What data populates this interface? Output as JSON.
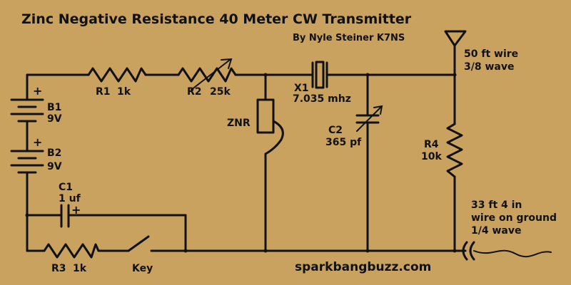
{
  "diagram": {
    "title": "Zinc Negative Resistance 40 Meter CW Transmitter",
    "credit": "By Nyle Steiner K7NS",
    "website": "sparkbangbuzz.com",
    "components": {
      "r1": {
        "name": "R1",
        "value": "1k"
      },
      "r2": {
        "name": "R2",
        "value": "25k"
      },
      "x1": {
        "name": "X1",
        "value": "7.035 mhz"
      },
      "znr": {
        "name": "ZNR"
      },
      "c2": {
        "name": "C2",
        "value": "365 pf"
      },
      "r4": {
        "name": "R4",
        "value": "10k"
      },
      "b1": {
        "name": "B1",
        "value": "9V"
      },
      "b2": {
        "name": "B2",
        "value": "9V"
      },
      "c1": {
        "name": "C1",
        "value": "1 uf"
      },
      "r3": {
        "name": "R3",
        "value": "1k"
      },
      "key": {
        "name": "Key"
      }
    },
    "polarity_mark": "+",
    "antenna": {
      "line1": "50 ft wire",
      "line2": "3/8 wave"
    },
    "ground": {
      "line1": "33 ft 4 in",
      "line2": "wire on ground",
      "line3": "1/4 wave"
    }
  }
}
